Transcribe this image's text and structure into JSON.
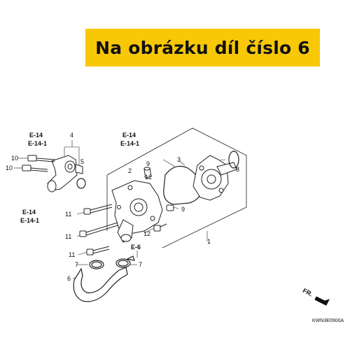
{
  "banner": {
    "text": "Na obrázku díl číslo 6",
    "background": "#f8c807"
  },
  "refs": {
    "top_left": [
      "E-14",
      "E-14-1"
    ],
    "bottom_left": [
      "E-14",
      "E-14-1"
    ],
    "top_center": [
      "E-14",
      "E-14-1"
    ],
    "clamp": "E-6"
  },
  "callouts": [
    "1",
    "2",
    "3",
    "4",
    "5",
    "6",
    "7",
    "7",
    "8",
    "9",
    "9",
    "10",
    "10",
    "11",
    "11",
    "11",
    "12",
    "12"
  ],
  "front_label": "FR.",
  "diagram_code": "KWN3E0900A"
}
